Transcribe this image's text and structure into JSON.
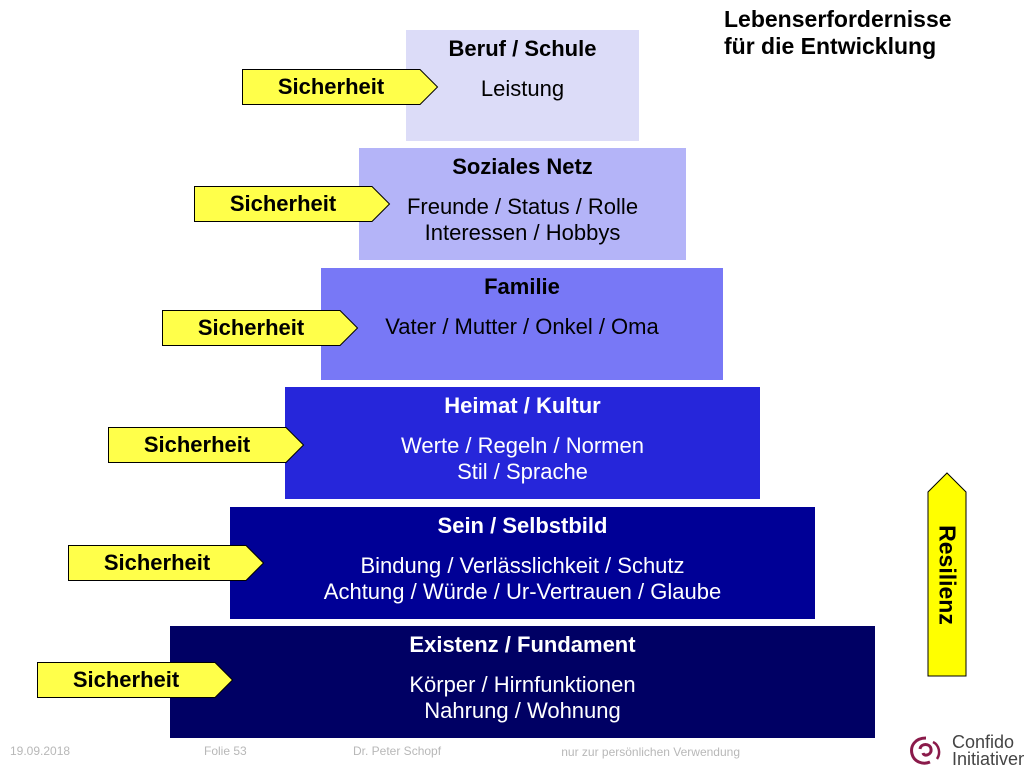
{
  "title": {
    "line1": "Lebenserfordernisse",
    "line2": "für die Entwicklung"
  },
  "levels": [
    {
      "heading": "Beruf / Schule",
      "lines": [
        "Leistung"
      ],
      "color": "#dcdcf8",
      "textColor": "#000000"
    },
    {
      "heading": "Soziales Netz",
      "lines": [
        "Freunde / Status / Rolle",
        "Interessen / Hobbys"
      ],
      "color": "#b4b4f8",
      "textColor": "#000000"
    },
    {
      "heading": "Familie",
      "lines": [
        "Vater / Mutter / Onkel / Oma"
      ],
      "color": "#7878f6",
      "textColor": "#000000"
    },
    {
      "heading": "Heimat / Kultur",
      "lines": [
        "Werte / Regeln / Normen",
        "Stil / Sprache"
      ],
      "color": "#2626da",
      "textColor": "#ffffff"
    },
    {
      "heading": "Sein / Selbstbild",
      "lines": [
        "Bindung / Verlässlichkeit / Schutz",
        "Achtung / Würde / Ur-Vertrauen / Glaube"
      ],
      "color": "#000096",
      "textColor": "#ffffff"
    },
    {
      "heading": "Existenz / Fundament",
      "lines": [
        "Körper / Hirnfunktionen",
        "Nahrung / Wohnung"
      ],
      "color": "#000064",
      "textColor": "#ffffff"
    }
  ],
  "security_label": "Sicherheit",
  "tag_color": "#ffff4a",
  "resilience_label": "Resilienz",
  "resilience_color": "#ffff00",
  "footer": {
    "date": "19.09.2018",
    "slide": "Folie 53",
    "author": "Dr. Peter Schopf",
    "note": "nur zur persönlichen Verwendung"
  },
  "logo": {
    "line1": "Confido",
    "line2": "Initiativen",
    "color": "#8a1a4a"
  }
}
